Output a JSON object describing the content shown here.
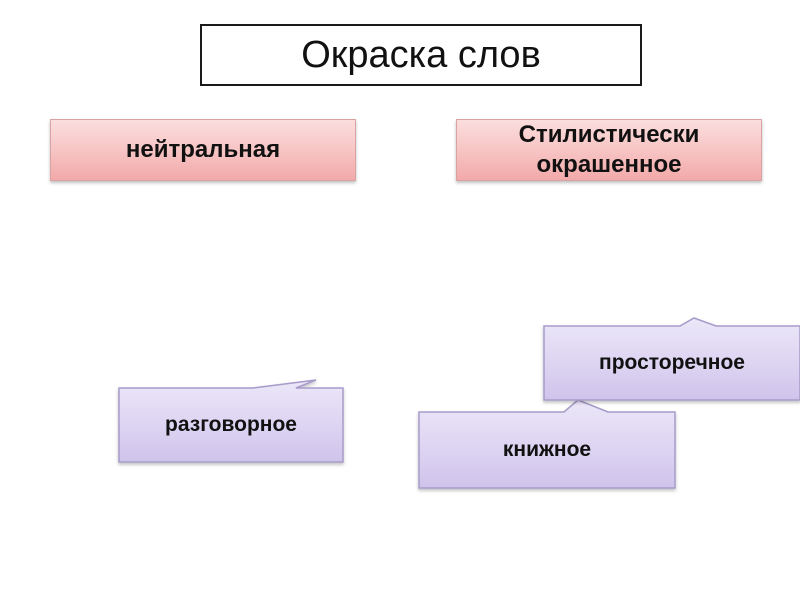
{
  "title": "Окраска слов",
  "categories": {
    "neutral": "нейтральная",
    "styled_line1": "Стилистически",
    "styled_line2": "окрашенное"
  },
  "callouts": {
    "razgovornoe": "разговорное",
    "prostorechnoe": "просторечное",
    "knizhnoe": "книжное"
  },
  "colors": {
    "pink_fill": "#f7c2c2",
    "lavender_fill": "#ddd4f2",
    "lavender_border": "#a79bc9"
  }
}
